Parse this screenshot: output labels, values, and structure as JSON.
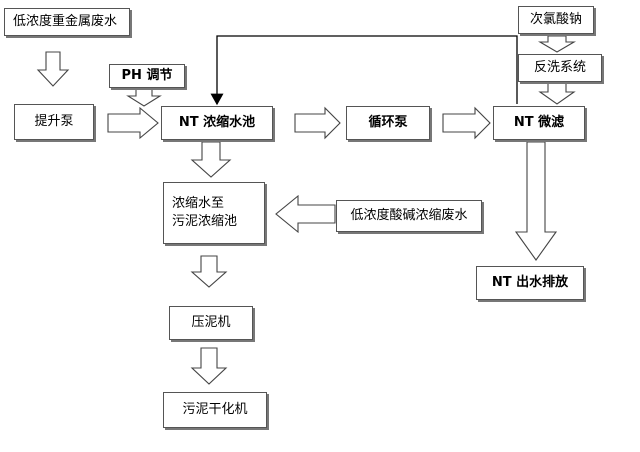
{
  "nodes": {
    "low_conc_heavy_metal": "低浓度重金属废水",
    "ph_adjust": "PH 调节",
    "lift_pump": "提升泵",
    "nt_concentrate_pool": "NT 浓缩水池",
    "circulation_pump": "循环泵",
    "nt_microfilter": "NT 微滤",
    "hypochlorite": "次氯酸钠",
    "backwash_system": "反洗系统",
    "concentrate_to_sludge_line1": "浓缩水至",
    "concentrate_to_sludge_line2": "污泥浓缩池",
    "low_conc_acid_alkali": "低浓度酸碱浓缩废水",
    "nt_effluent": "NT 出水排放",
    "filter_press": "压泥机",
    "sludge_dryer": "污泥干化机"
  }
}
